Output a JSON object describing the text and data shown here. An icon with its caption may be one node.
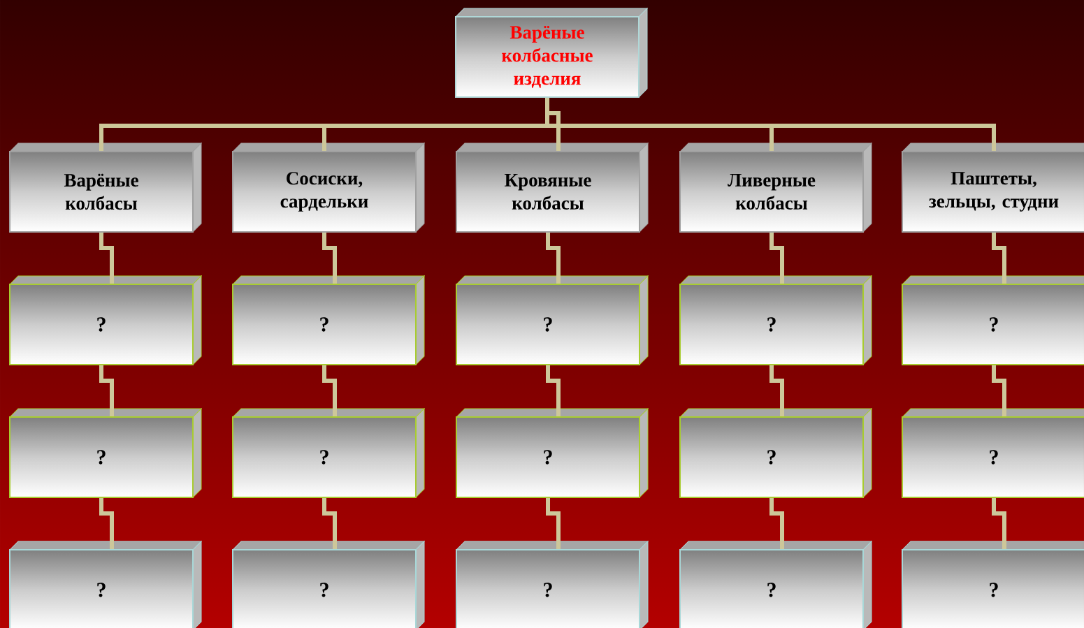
{
  "diagram": {
    "nodes": [
      {
        "text": [
          "Варёные колбасные изделия"
        ]
      },
      {
        "text": [
          "Варёные колбасы"
        ]
      },
      {
        "text": [
          "Сосиски, сардельки"
        ]
      },
      {
        "text": [
          "Кровяные колбасы"
        ]
      },
      {
        "text": [
          "Ливерные колбасы"
        ]
      },
      {
        "text": [
          "Паштеты, зельцы, студни"
        ]
      },
      {
        "text": [
          "?"
        ]
      },
      {
        "text": [
          "?"
        ]
      },
      {
        "text": [
          "?"
        ]
      },
      {
        "text": [
          "?"
        ]
      },
      {
        "text": [
          "?"
        ]
      },
      {
        "text": [
          "?"
        ]
      },
      {
        "text": [
          "?"
        ]
      },
      {
        "text": [
          "?"
        ]
      },
      {
        "text": [
          "?"
        ]
      },
      {
        "text": [
          "?"
        ]
      },
      {
        "text": [
          "?"
        ]
      },
      {
        "text": [
          "?"
        ]
      },
      {
        "text": [
          "?"
        ]
      },
      {
        "text": [
          "?"
        ]
      },
      {
        "text": [
          "?"
        ]
      }
    ],
    "edges": [
      {
        "from": 0,
        "to": 1,
        "arrow": "none"
      },
      {
        "from": 0,
        "to": 2,
        "arrow": "none"
      },
      {
        "from": 0,
        "to": 3,
        "arrow": "none"
      },
      {
        "from": 0,
        "to": 4,
        "arrow": "none"
      },
      {
        "from": 0,
        "to": 5,
        "arrow": "none"
      },
      {
        "from": 1,
        "to": 6,
        "arrow": "none"
      },
      {
        "from": 2,
        "to": 7,
        "arrow": "none"
      },
      {
        "from": 3,
        "to": 8,
        "arrow": "none"
      },
      {
        "from": 4,
        "to": 9,
        "arrow": "none"
      },
      {
        "from": 5,
        "to": 10,
        "arrow": "none"
      },
      {
        "from": 6,
        "to": 11,
        "arrow": "none"
      },
      {
        "from": 7,
        "to": 12,
        "arrow": "none"
      },
      {
        "from": 8,
        "to": 13,
        "arrow": "none"
      },
      {
        "from": 9,
        "to": 14,
        "arrow": "none"
      },
      {
        "from": 10,
        "to": 15,
        "arrow": "none"
      },
      {
        "from": 11,
        "to": 16,
        "arrow": "none"
      },
      {
        "from": 12,
        "to": 17,
        "arrow": "none"
      },
      {
        "from": 13,
        "to": 18,
        "arrow": "none"
      },
      {
        "from": 14,
        "to": 19,
        "arrow": "none"
      },
      {
        "from": 15,
        "to": 20,
        "arrow": "none"
      }
    ]
  }
}
